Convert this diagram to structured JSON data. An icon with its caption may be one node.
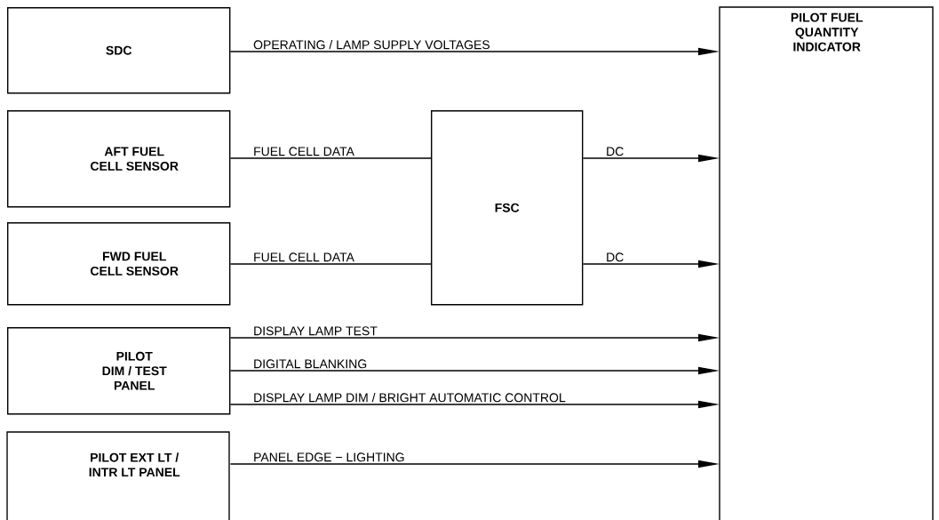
{
  "diagram": {
    "nodes": [
      {
        "text": [
          "SDC"
        ]
      },
      {
        "text": [
          "PILOT FUEL QUANTITY INDICATOR"
        ]
      },
      {
        "text": [
          "AFT FUEL CELL SENSOR"
        ]
      },
      {
        "text": [
          "FSC"
        ]
      },
      {
        "text": [
          "FWD FUEL CELL SENSOR"
        ]
      },
      {
        "text": [
          "PILOT DIM / TEST PANEL"
        ]
      },
      {
        "text": [
          "PILOT EXT LT / INTR LT PANEL"
        ]
      }
    ],
    "edges": [
      {
        "from": 0,
        "to": 1,
        "arrow": "to",
        "label": "OPERATING / LAMP SUPPLY VOLTAGES"
      },
      {
        "from": 2,
        "to": 3,
        "arrow": "none",
        "label": "FUEL CELL DATA"
      },
      {
        "from": 3,
        "to": 1,
        "arrow": "to",
        "label": "DC"
      },
      {
        "from": 4,
        "to": 3,
        "arrow": "none",
        "label": "FUEL CELL DATA"
      },
      {
        "from": 3,
        "to": 1,
        "arrow": "to",
        "label": "DC"
      },
      {
        "from": 5,
        "to": 1,
        "arrow": "to",
        "label": "DISPLAY LAMP TEST"
      },
      {
        "from": 5,
        "to": 1,
        "arrow": "to",
        "label": "DIGITAL BLANKING"
      },
      {
        "from": 5,
        "to": 1,
        "arrow": "to",
        "label": "DISPLAY LAMP DIM / BRIGHT AUTOMATIC CONTROL"
      },
      {
        "from": 6,
        "to": 1,
        "arrow": "to",
        "label": "PANEL EDGE − LIGHTING"
      }
    ]
  }
}
